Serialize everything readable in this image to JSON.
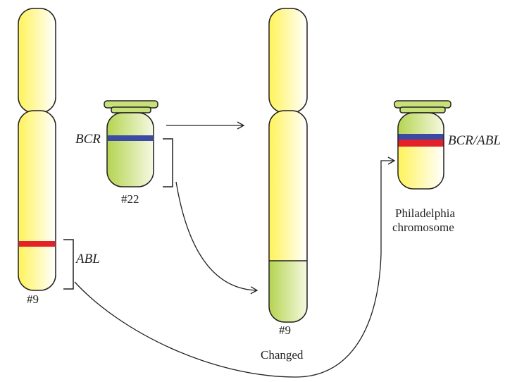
{
  "labels": {
    "chr9_left": "#9",
    "chr22": "#22",
    "chr9_changed": "#9",
    "changed": "Changed",
    "abl": "ABL",
    "bcr": "BCR",
    "bcr_abl": "BCR/ABL",
    "philadelphia_line1": "Philadelphia",
    "philadelphia_line2": "chromosome"
  },
  "colors": {
    "yellow": "#fff35a",
    "green": "#b9d65a",
    "red": "#e3212b",
    "blue": "#3b4aa3",
    "stroke": "#231f20"
  }
}
